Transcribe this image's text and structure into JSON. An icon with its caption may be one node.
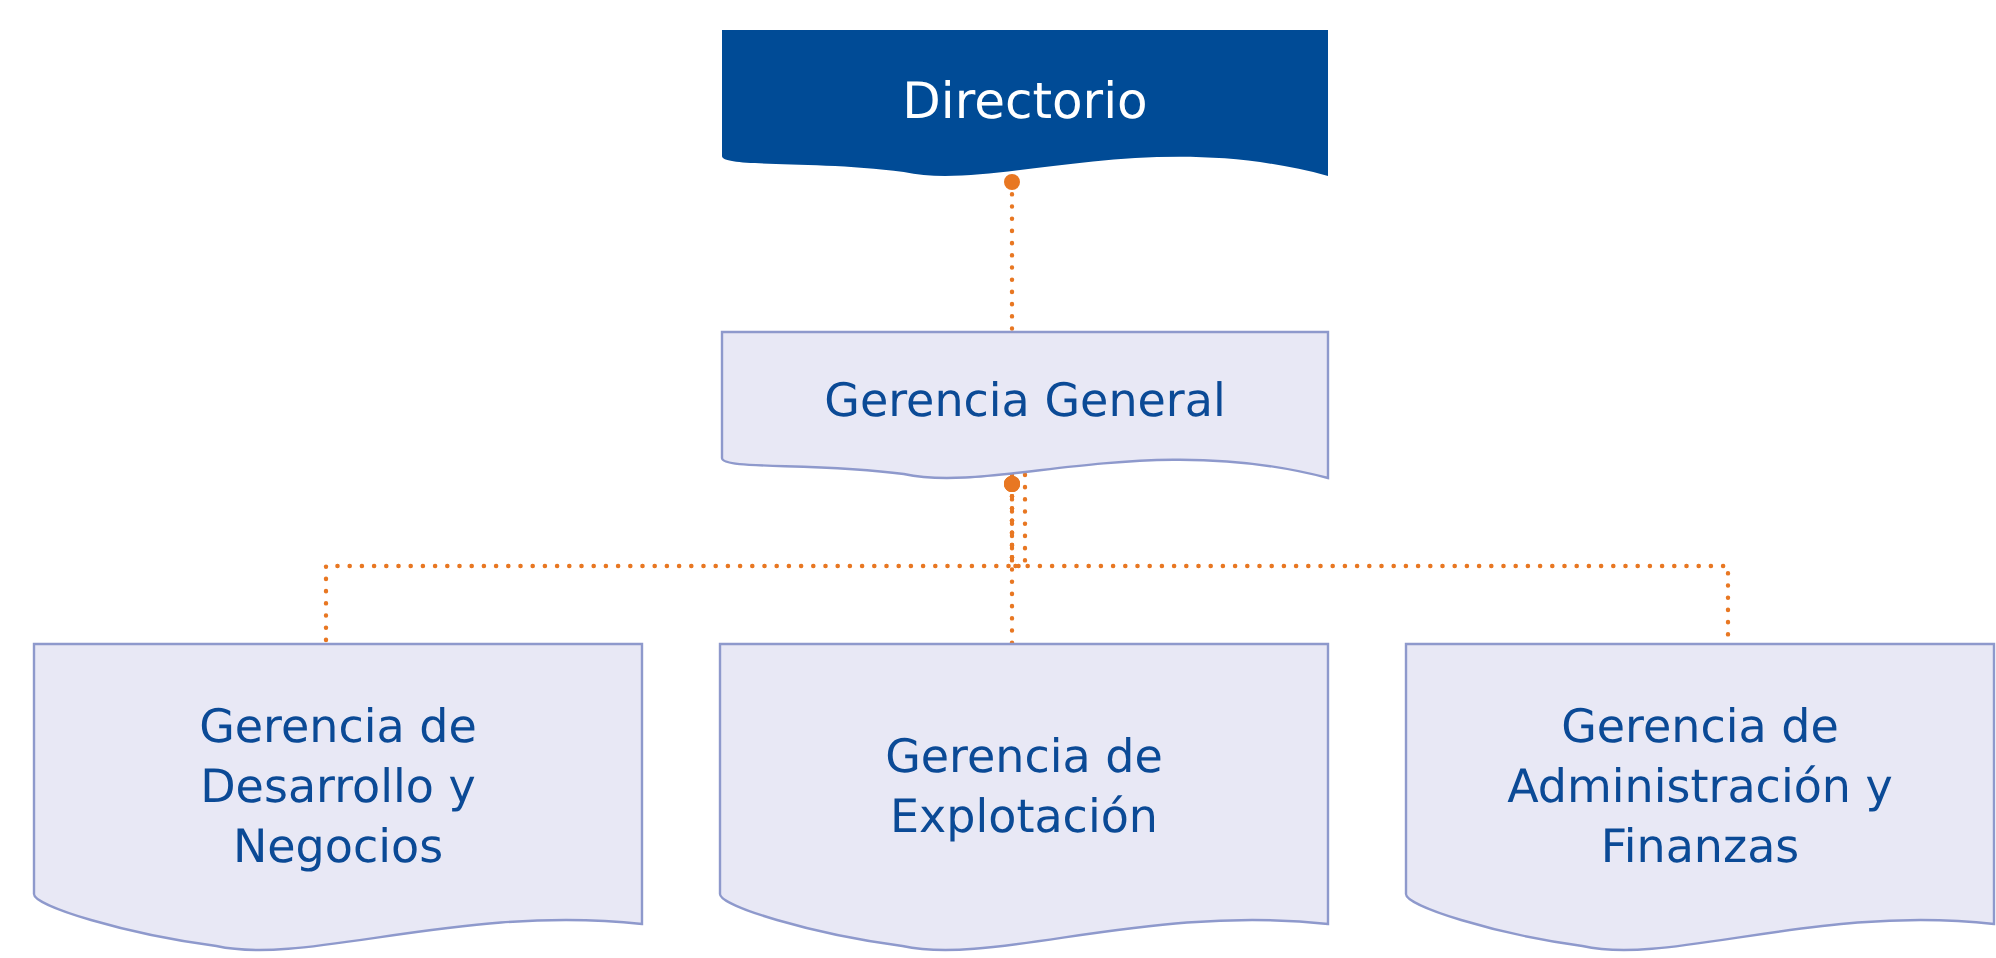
{
  "diagram": {
    "nodes": [
      {
        "text": [
          "Directorio"
        ]
      },
      {
        "text": [
          "Gerencia General"
        ]
      },
      {
        "text": [
          "Gerencia de Desarrollo y Negocios"
        ]
      },
      {
        "text": [
          "Gerencia de Explotación"
        ]
      },
      {
        "text": [
          "Gerencia de Administración y Finanzas"
        ]
      }
    ],
    "edges": [
      {
        "from": 0,
        "to": 1,
        "arrow": "other",
        "style": "dashed"
      },
      {
        "from": 1,
        "to": 2,
        "arrow": "other",
        "style": "dashed"
      },
      {
        "from": 1,
        "to": 3,
        "arrow": "other",
        "style": "dashed"
      },
      {
        "from": 1,
        "to": 4,
        "arrow": "other",
        "style": "dashed"
      }
    ]
  }
}
